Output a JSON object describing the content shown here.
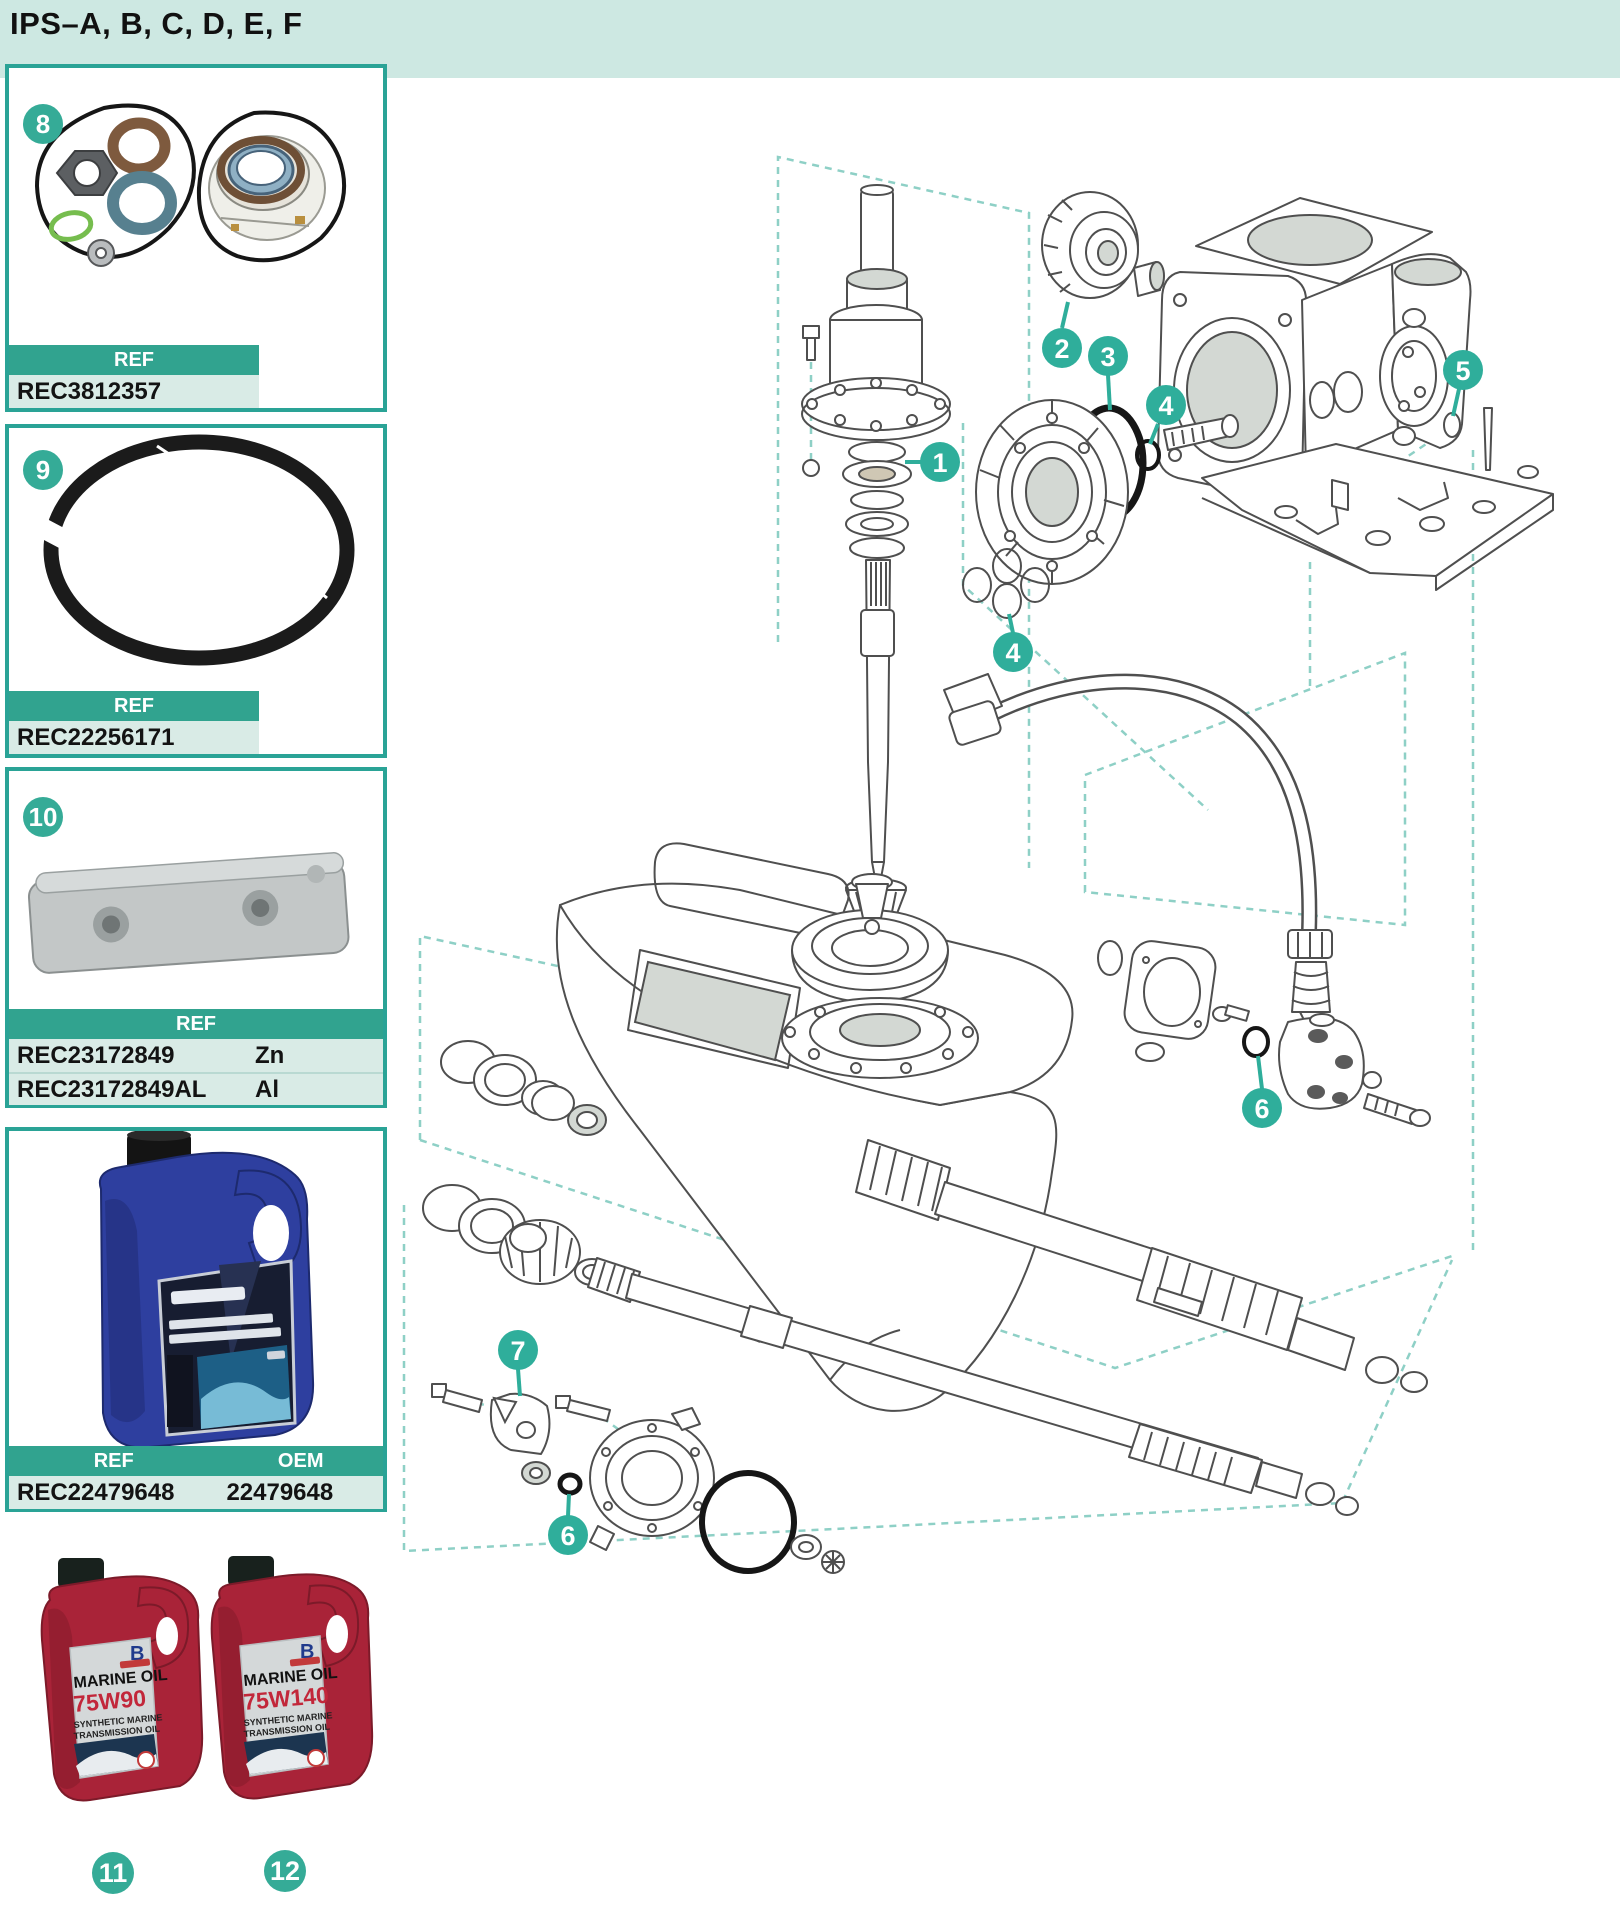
{
  "page": {
    "title": "IPS–A, B, C, D, E, F"
  },
  "labels": {
    "ref": "REF",
    "oem": "OEM"
  },
  "colors": {
    "accent_teal": "#2aa396",
    "band": "#cde8e2",
    "row_bg": "#d9ebe6",
    "callout": "#2fae9b"
  },
  "products": [
    {
      "badge": "8",
      "name": "seal-kit",
      "ref_label": "REF",
      "rows": [
        {
          "ref": "REC3812357"
        }
      ]
    },
    {
      "badge": "9",
      "name": "o-ring-large",
      "ref_label": "REF",
      "rows": [
        {
          "ref": "REC22256171"
        }
      ]
    },
    {
      "badge": "10",
      "name": "anode-bar",
      "ref_label": "REF",
      "rows": [
        {
          "ref": "REC23172849",
          "material": "Zn"
        },
        {
          "ref": "REC23172849AL",
          "material": "Al"
        }
      ]
    },
    {
      "badge": "",
      "name": "gear-oil-blue",
      "ref_label": "REF",
      "oem_label": "OEM",
      "rows": [
        {
          "ref": "REC22479648",
          "oem": "22479648"
        }
      ]
    }
  ],
  "oil_jugs": [
    {
      "badge": "11",
      "logo": "B",
      "title": "MARINE OIL",
      "grade": "75W90",
      "sub1": "SYNTHETIC MARINE",
      "sub2": "TRANSMISSION OIL"
    },
    {
      "badge": "12",
      "logo": "B",
      "title": "MARINE OIL",
      "grade": "75W140",
      "sub1": "SYNTHETIC MARINE",
      "sub2": "TRANSMISSION OIL"
    }
  ],
  "diagram": {
    "callouts": [
      {
        "n": "1"
      },
      {
        "n": "2"
      },
      {
        "n": "3"
      },
      {
        "n": "4"
      },
      {
        "n": "4"
      },
      {
        "n": "5"
      },
      {
        "n": "6"
      },
      {
        "n": "7"
      },
      {
        "n": "6"
      }
    ]
  }
}
